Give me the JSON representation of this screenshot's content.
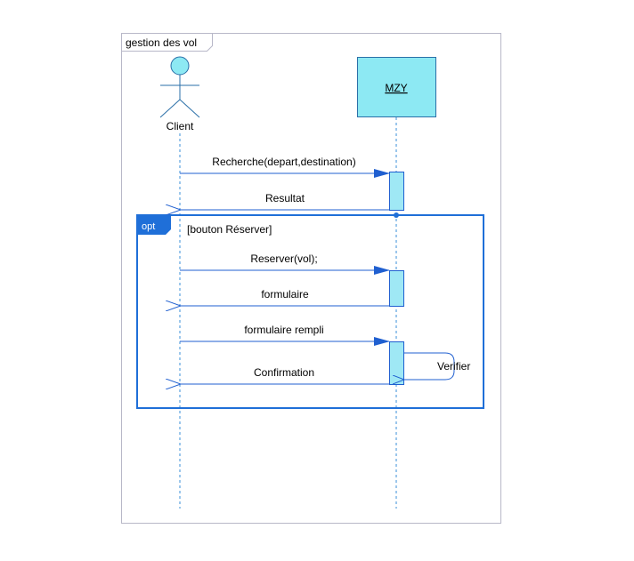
{
  "frame": {
    "title": "gestion des vol"
  },
  "actor": {
    "name": "Client"
  },
  "object": {
    "name": "MZY"
  },
  "fragment": {
    "operator": "opt",
    "guard": "[bouton Réserver]"
  },
  "messages": {
    "m1": "Recherche(depart,destination)",
    "m2": "Resultat",
    "m3": "Reserver(vol);",
    "m4": "formulaire",
    "m5": "formulaire rempli",
    "m6": "Verifier",
    "m7": "Confirmation"
  },
  "colors": {
    "frame_border": "#b8b8c8",
    "object_fill": "#8de9f3",
    "object_border": "#2a6fa8",
    "activation_fill": "#9fe8f5",
    "lifeline": "#3a8fd8",
    "message": "#1f5fd0",
    "fragment_border": "#1f6fd8",
    "opt_tab": "#1f6fd8"
  }
}
